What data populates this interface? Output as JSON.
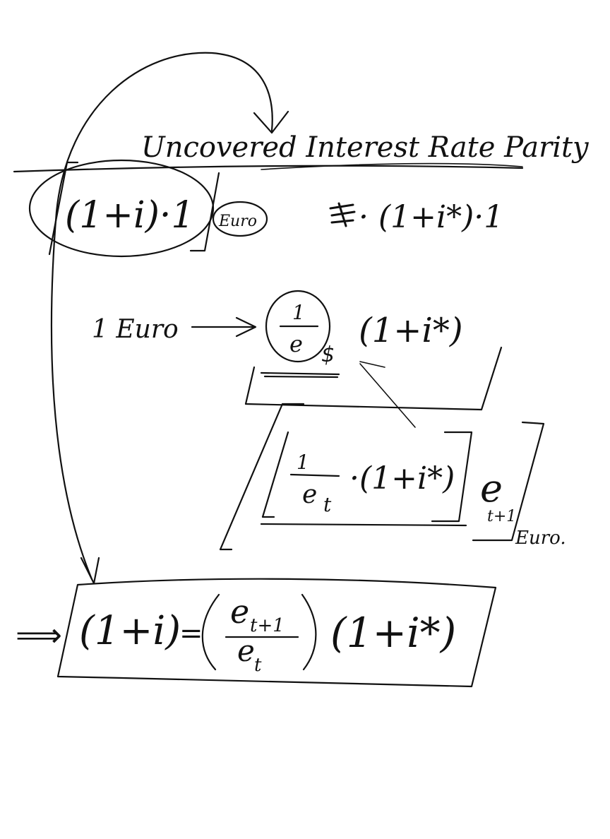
{
  "title": "Uncovered Interest Rate Parity",
  "line1": {
    "home_return": "(1+i)·1",
    "home_currency_tag": "Euro",
    "foreign_return": "· (1+i*)·1"
  },
  "line2": {
    "start": "1 Euro",
    "conversion_num": "1",
    "conversion_den": "e",
    "conversion_sub": "$",
    "foreign_factor": "(1+i*)"
  },
  "line3": {
    "bracket_num": "1",
    "bracket_den": "e",
    "bracket_den_sub": "t",
    "bracket_factor": "·(1+i*)",
    "reconvert": "e",
    "reconvert_sub": "t+1",
    "unit": "Euro."
  },
  "result": {
    "implies": "⟹",
    "lhs": "(1+i)",
    "equals": "=",
    "frac_num": "e",
    "frac_num_sub": "t+1",
    "frac_den": "e",
    "frac_den_sub": "t",
    "rhs": "(1+i*)"
  }
}
